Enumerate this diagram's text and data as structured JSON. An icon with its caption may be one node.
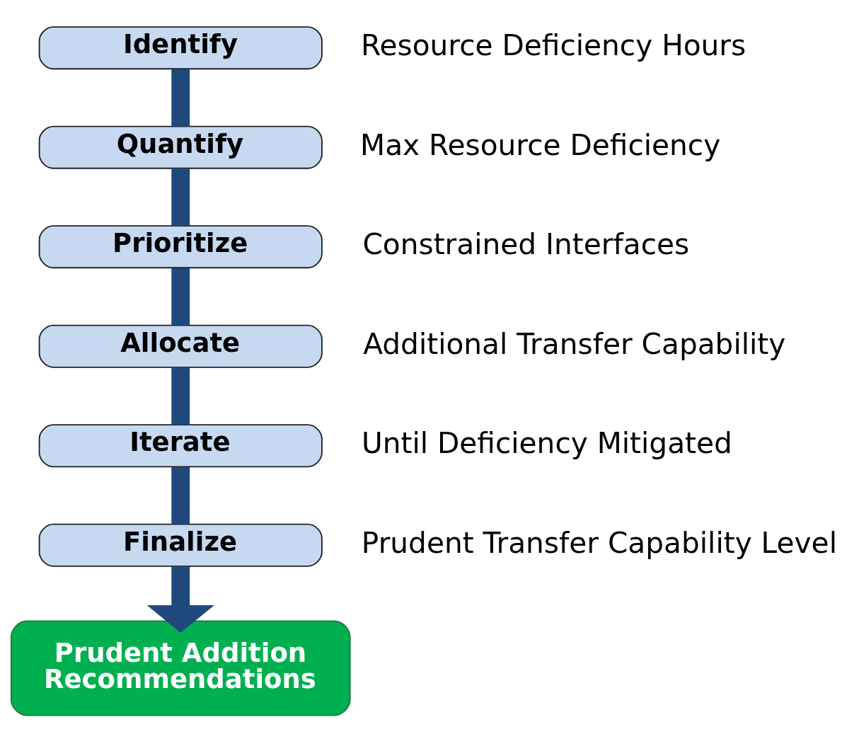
{
  "diagram": {
    "nodes": [
      {
        "text": [
          "Identify"
        ],
        "beside": [
          "Resource Deficiency Hours"
        ]
      },
      {
        "text": [
          "Quantify"
        ],
        "beside": [
          "Max Resource Deficiency"
        ]
      },
      {
        "text": [
          "Prioritize"
        ],
        "beside": [
          "Constrained Interfaces"
        ]
      },
      {
        "text": [
          "Allocate"
        ],
        "beside": [
          "Additional Transfer Capability"
        ]
      },
      {
        "text": [
          "Iterate"
        ],
        "beside": [
          "Until Deficiency Mitigated"
        ]
      },
      {
        "text": [
          "Finalize"
        ],
        "beside": [
          "Prudent Transfer Capability Level"
        ]
      },
      {
        "text": [
          "Prudent Addition Recommendations"
        ]
      }
    ],
    "edges": [
      {
        "from": 0,
        "to": 1,
        "arrow": "none"
      },
      {
        "from": 1,
        "to": 2,
        "arrow": "none"
      },
      {
        "from": 2,
        "to": 3,
        "arrow": "none"
      },
      {
        "from": 3,
        "to": 4,
        "arrow": "none"
      },
      {
        "from": 4,
        "to": 5,
        "arrow": "none"
      },
      {
        "from": 5,
        "to": 6,
        "arrow": "to"
      }
    ]
  }
}
